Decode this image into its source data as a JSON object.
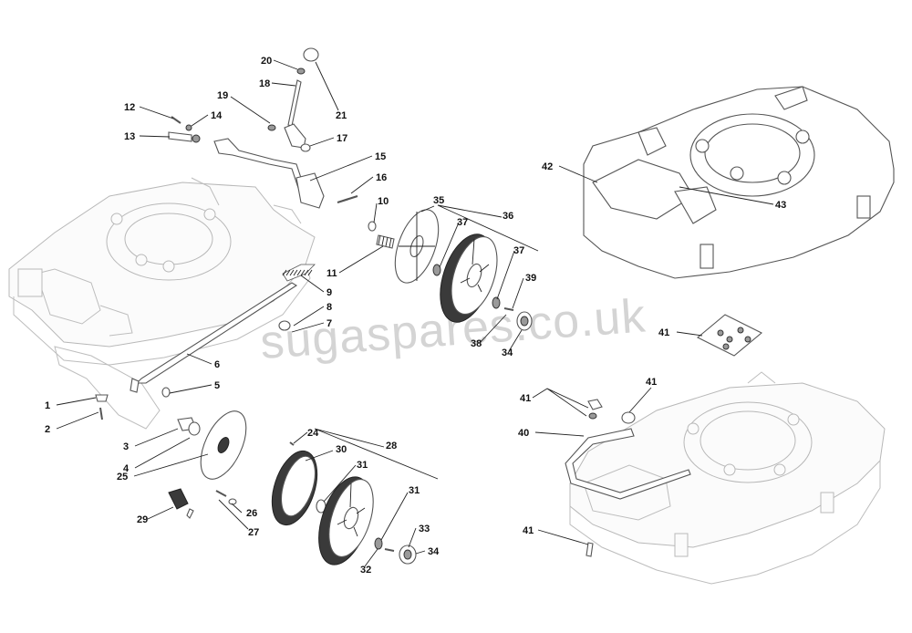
{
  "watermark": "sugaspares.co.uk",
  "callouts": [
    {
      "id": "c1",
      "label": "1"
    },
    {
      "id": "c2",
      "label": "2"
    },
    {
      "id": "c3",
      "label": "3"
    },
    {
      "id": "c4",
      "label": "4"
    },
    {
      "id": "c5",
      "label": "5"
    },
    {
      "id": "c6",
      "label": "6"
    },
    {
      "id": "c7",
      "label": "7"
    },
    {
      "id": "c8",
      "label": "8"
    },
    {
      "id": "c9",
      "label": "9"
    },
    {
      "id": "c10",
      "label": "10"
    },
    {
      "id": "c11",
      "label": "11"
    },
    {
      "id": "c12",
      "label": "12"
    },
    {
      "id": "c13",
      "label": "13"
    },
    {
      "id": "c14",
      "label": "14"
    },
    {
      "id": "c15",
      "label": "15"
    },
    {
      "id": "c16",
      "label": "16"
    },
    {
      "id": "c17",
      "label": "17"
    },
    {
      "id": "c18",
      "label": "18"
    },
    {
      "id": "c19",
      "label": "19"
    },
    {
      "id": "c20",
      "label": "20"
    },
    {
      "id": "c21",
      "label": "21"
    },
    {
      "id": "c24",
      "label": "24"
    },
    {
      "id": "c25",
      "label": "25"
    },
    {
      "id": "c26",
      "label": "26"
    },
    {
      "id": "c27",
      "label": "27"
    },
    {
      "id": "c28",
      "label": "28"
    },
    {
      "id": "c29",
      "label": "29"
    },
    {
      "id": "c30",
      "label": "30"
    },
    {
      "id": "c31a",
      "label": "31"
    },
    {
      "id": "c31b",
      "label": "31"
    },
    {
      "id": "c32",
      "label": "32"
    },
    {
      "id": "c33",
      "label": "33"
    },
    {
      "id": "c34a",
      "label": "34"
    },
    {
      "id": "c34b",
      "label": "34"
    },
    {
      "id": "c35",
      "label": "35"
    },
    {
      "id": "c36",
      "label": "36"
    },
    {
      "id": "c37a",
      "label": "37"
    },
    {
      "id": "c37b",
      "label": "37"
    },
    {
      "id": "c38",
      "label": "38"
    },
    {
      "id": "c39",
      "label": "39"
    },
    {
      "id": "c40",
      "label": "40"
    },
    {
      "id": "c41a",
      "label": "41"
    },
    {
      "id": "c41b",
      "label": "41"
    },
    {
      "id": "c41c",
      "label": "41"
    },
    {
      "id": "c41d",
      "label": "41"
    },
    {
      "id": "c42",
      "label": "42"
    },
    {
      "id": "c43",
      "label": "43"
    }
  ]
}
